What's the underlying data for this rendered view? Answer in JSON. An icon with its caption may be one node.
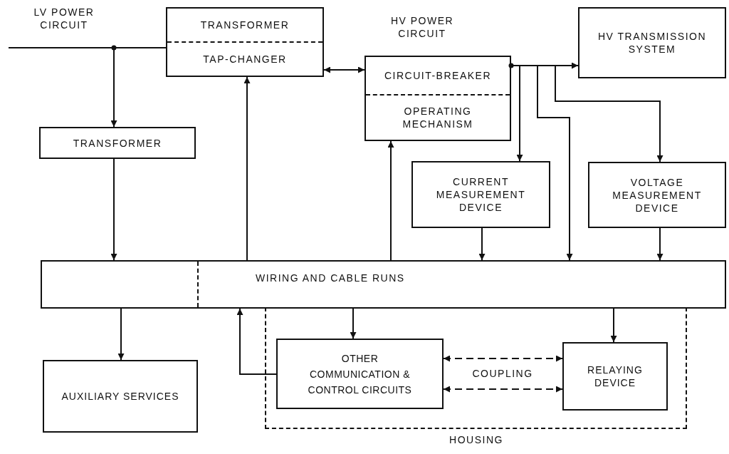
{
  "diagram": {
    "nodes": [
      {
        "text": [
          "TRANSFORMER",
          "TAP-CHANGER"
        ]
      },
      {
        "text": [
          "CIRCUIT-BREAKER",
          "OPERATING MECHANISM"
        ]
      },
      {
        "text": [
          "HV TRANSMISSION SYSTEM"
        ]
      },
      {
        "text": [
          "TRANSFORMER"
        ]
      },
      {
        "text": [
          "CURRENT MEASUREMENT DEVICE"
        ]
      },
      {
        "text": [
          "VOLTAGE MEASUREMENT DEVICE"
        ]
      },
      {
        "text": [
          "WIRING AND CABLE RUNS"
        ]
      },
      {
        "text": [
          "HOUSING"
        ]
      },
      {
        "text": [
          "AUXILIARY SERVICES"
        ]
      },
      {
        "text": [
          "OTHER COMMUNICATION & CONTROL CIRCUITS"
        ],
        "in": 7
      },
      {
        "text": [
          "RELAYING DEVICE"
        ],
        "in": 7
      }
    ],
    "edges": [
      {
        "from": null,
        "to": 0,
        "arrow": "none"
      },
      {
        "from": null,
        "to": 3,
        "arrow": "to"
      },
      {
        "from": 0,
        "to": 1,
        "arrow": "both"
      },
      {
        "from": 1,
        "to": 2,
        "arrow": "to"
      },
      {
        "from": 1,
        "to": 4,
        "arrow": "to"
      },
      {
        "from": 1,
        "to": 6,
        "arrow": "to"
      },
      {
        "from": 1,
        "to": 5,
        "arrow": "to"
      },
      {
        "from": 3,
        "to": 6,
        "arrow": "to"
      },
      {
        "from": 6,
        "to": 0,
        "arrow": "to"
      },
      {
        "from": 6,
        "to": 1,
        "arrow": "to"
      },
      {
        "from": 4,
        "to": 6,
        "arrow": "to"
      },
      {
        "from": 5,
        "to": 6,
        "arrow": "to"
      },
      {
        "from": 6,
        "to": 8,
        "arrow": "to"
      },
      {
        "from": 9,
        "to": 6,
        "arrow": "to"
      },
      {
        "from": 6,
        "to": 9,
        "arrow": "to"
      },
      {
        "from": 6,
        "to": 10,
        "arrow": "to"
      },
      {
        "from": 9,
        "to": 10,
        "arrow": "both",
        "style": "dashed",
        "label": "COUPLING"
      },
      {
        "from": 9,
        "to": 10,
        "arrow": "both",
        "style": "dashed"
      }
    ],
    "labels": [
      "LV POWER CIRCUIT",
      "HV POWER CIRCUIT"
    ]
  }
}
